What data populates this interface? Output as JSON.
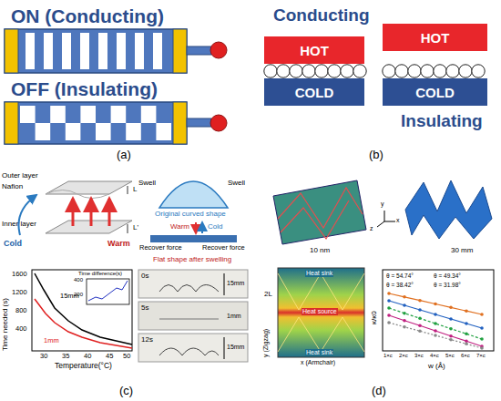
{
  "diagram": {
    "nodes": [
      {
        "text": [
          "HOT"
        ]
      },
      {
        "text": [
          "COLD"
        ]
      },
      {
        "text": [
          "HOT"
        ]
      },
      {
        "text": [
          "COLD"
        ]
      }
    ],
    "labels": [
      "ON (Conducting)",
      "OFF (Insulating)",
      "(a)",
      "Conducting",
      "Insulating",
      "(b)",
      "Outer layer",
      "Nafion",
      "L",
      "Inner layer",
      "L'",
      "Cold",
      "Warm",
      "Swell",
      "Swell",
      "Original curved shape",
      "Warm",
      "Cold",
      "Recover force",
      "Recover force",
      "Flat shape after swelling",
      "1600",
      "1200",
      "800",
      "400",
      "Time needed (s)",
      "30",
      "35",
      "40",
      "45",
      "50",
      "Temperature(°C)",
      "1mm",
      "15mm",
      "Time difference(s)",
      "400",
      "200",
      "0s",
      "15mm",
      "5s",
      "1mm",
      "12s",
      "15mm",
      "(c)",
      "10 nm",
      "30 mm",
      "x",
      "y",
      "z",
      "2L",
      "Heat sink",
      "Heat source",
      "Heat sink",
      "x (Armchair)",
      "y (Zigzag)",
      "κ/κ0",
      "w (Å)",
      "1×c",
      "2×c",
      "3×c",
      "4×c",
      "5×c",
      "6×c",
      "7×c",
      "θ = 54.74°",
      "θ = 49.34°",
      "θ = 38.42°",
      "θ = 31.98°",
      "(d)"
    ]
  }
}
